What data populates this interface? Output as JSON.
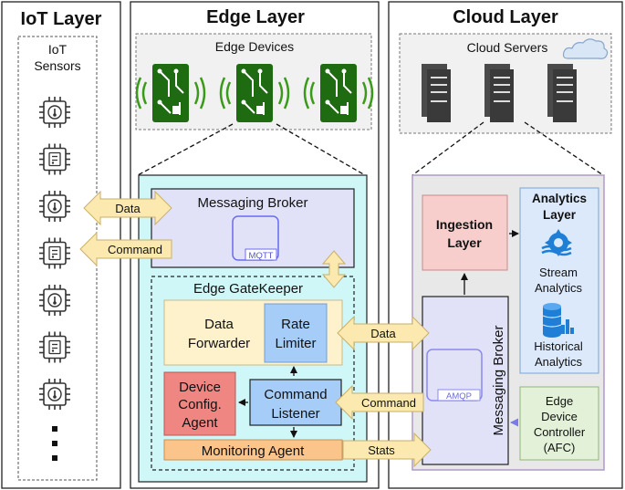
{
  "colors": {
    "edge_green": "#1e6b12",
    "signal_green": "#3a9a1a",
    "server_gray": "#4a4a4a",
    "arrow_yellow": "#fce9b0",
    "edge_panel_cyan": "#cff7f7",
    "broker_lavender": "#e1e2f7",
    "data_cream": "#fdf2cc",
    "rate_blue": "#a6cdf7",
    "command_blue": "#a6cdf7",
    "config_red": "#ef8682",
    "monitor_orange": "#fbc48a",
    "ingest_pink": "#f8cecc",
    "analytics_blue": "#dbe9fa",
    "afc_green": "#e3f1d8",
    "amqp_purple": "#8a8af0",
    "cloud_panel_gray": "#e8e8e8"
  },
  "iot": {
    "title": "IoT Layer",
    "group_label_line1": "IoT",
    "group_label_line2": "Sensors",
    "sensors": [
      {
        "icon": "thermometer-chip-icon"
      },
      {
        "icon": "circuit-chip-icon"
      },
      {
        "icon": "thermometer-chip-icon"
      },
      {
        "icon": "circuit-chip-icon"
      },
      {
        "icon": "thermometer-chip-icon"
      },
      {
        "icon": "circuit-chip-icon"
      },
      {
        "icon": "thermometer-chip-icon"
      }
    ]
  },
  "edge": {
    "title": "Edge Layer",
    "devices_label": "Edge Devices",
    "broker": {
      "title": "Messaging Broker",
      "logo_text": "MQTT"
    },
    "gatekeeper": {
      "title": "Edge GateKeeper",
      "data_forwarder_line1": "Data",
      "data_forwarder_line2": "Forwarder",
      "rate_limiter_line1": "Rate",
      "rate_limiter_line2": "Limiter",
      "device_config_line1": "Device",
      "device_config_line2": "Config.",
      "device_config_line3": "Agent",
      "command_listener_line1": "Command",
      "command_listener_line2": "Listener",
      "monitoring_agent": "Monitoring Agent"
    }
  },
  "cloud": {
    "title": "Cloud Layer",
    "servers_label": "Cloud Servers",
    "ingestion_line1": "Ingestion",
    "ingestion_line2": "Layer",
    "analytics": {
      "title_line1": "Analytics",
      "title_line2": "Layer",
      "stream_line1": "Stream",
      "stream_line2": "Analytics",
      "historical_line1": "Historical",
      "historical_line2": "Analytics"
    },
    "broker_title": "Messaging Broker",
    "broker_logo_text": "AMQP",
    "afc_line1": "Edge",
    "afc_line2": "Device",
    "afc_line3": "Controller",
    "afc_line4": "(AFC)"
  },
  "arrows": {
    "iot_data": "Data",
    "iot_command": "Command",
    "cloud_data": "Data",
    "cloud_command": "Command",
    "cloud_stats": "Stats"
  }
}
